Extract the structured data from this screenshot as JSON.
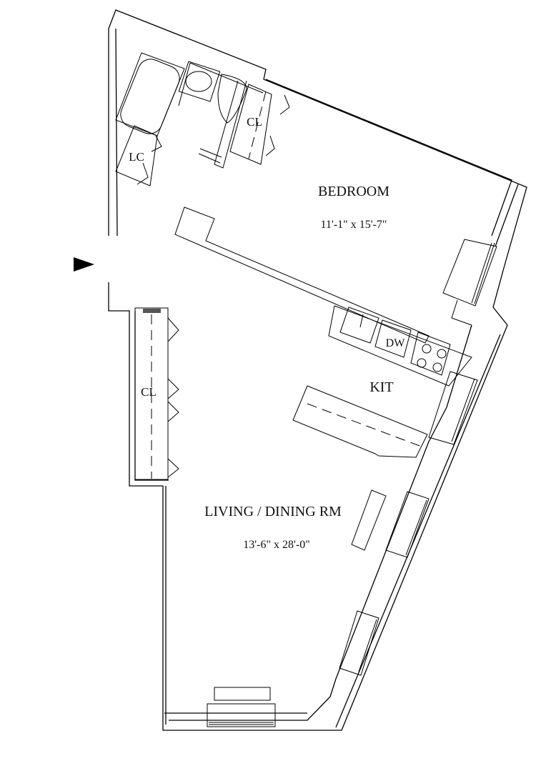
{
  "rooms": {
    "bedroom": {
      "name": "BEDROOM",
      "dimensions": "11'-1\" x 15'-7\""
    },
    "living": {
      "name": "LIVING / DINING RM",
      "dimensions": "13'-6\" x 28'-0\""
    },
    "kitchen": {
      "name": "KIT"
    },
    "closet_bedroom": {
      "name": "CL"
    },
    "closet_living": {
      "name": "CL"
    },
    "linen_closet": {
      "name": "LC"
    },
    "dishwasher": {
      "name": "DW"
    }
  },
  "entry_marker": "entry-arrow-icon"
}
